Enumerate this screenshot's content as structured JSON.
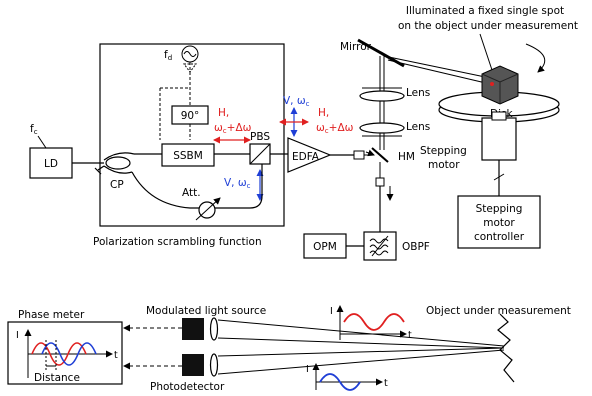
{
  "top": {
    "annotation_line1": "Illuminated a fixed single spot",
    "annotation_line2": "on the object under measurement",
    "fd": "f",
    "fd_sub": "d",
    "fc": "f",
    "fc_sub": "c",
    "ld": "LD",
    "cp": "CP",
    "ssbm": "SSBM",
    "phase90": "90°",
    "pbs": "PBS",
    "att": "Att.",
    "inner_h1": "H,",
    "inner_h2": "ω",
    "inner_h2_sub": "c",
    "inner_h2_tail": "+Δω",
    "inner_v1": "V, ω",
    "inner_v1_sub": "c",
    "outer_v1": "V, ω",
    "outer_v1_sub": "c",
    "outer_h1": "H,",
    "outer_h2": "ω",
    "outer_h2_sub": "c",
    "outer_h2_tail": "+Δω",
    "edfa": "EDFA",
    "mirror": "Mirror",
    "lens1": "Lens",
    "lens2": "Lens",
    "hm": "HM",
    "disk": "Disk",
    "stepping_motor_1": "Stepping",
    "stepping_motor_2": "motor",
    "controller_1": "Stepping",
    "controller_2": "motor",
    "controller_3": "controller",
    "opm": "OPM",
    "obpf": "OBPF",
    "polarization_function": "Polarization scrambling function"
  },
  "bottom": {
    "phase_meter": "Phase meter",
    "modulated_source": "Modulated light source",
    "photodetector": "Photodetector",
    "object": "Object under measurement",
    "distance": "Distance",
    "axis_i": "I",
    "axis_t": "t"
  },
  "colors": {
    "red": "#e02020",
    "blue": "#1f3fd6",
    "line": "#000000"
  }
}
